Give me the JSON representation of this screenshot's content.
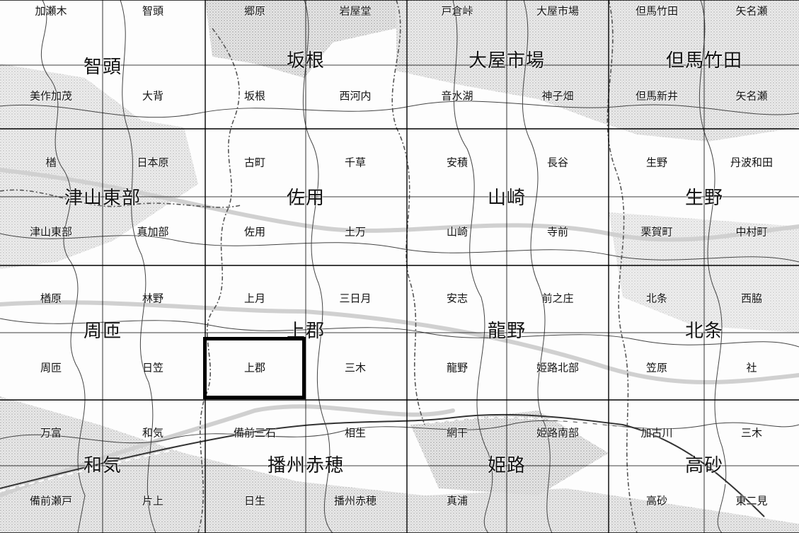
{
  "map": {
    "selected_sheet": "上郡",
    "colors": {
      "grid": "#000000",
      "boundary": "#555555",
      "terrain_shade": "#c9c9c9",
      "river": "#d8d8d8",
      "selection_border": "#000000"
    },
    "sheets": [
      [
        "加瀬木",
        "智頭",
        "郷原",
        "岩屋堂",
        "戸倉峠",
        "大屋市場",
        "但馬竹田",
        "矢名瀬"
      ],
      [
        "美作加茂",
        "大背",
        "坂根",
        "西河内",
        "音水湖",
        "神子畑",
        "但馬新井",
        "矢名瀬"
      ],
      [
        "楢",
        "日本原",
        "古町",
        "千草",
        "安積",
        "長谷",
        "生野",
        "丹波和田"
      ],
      [
        "津山東部",
        "真加部",
        "佐用",
        "土万",
        "山崎",
        "寺前",
        "栗賀町",
        "中村町"
      ],
      [
        "楢原",
        "林野",
        "上月",
        "三日月",
        "安志",
        "前之庄",
        "北条",
        "西脇"
      ],
      [
        "周匝",
        "日笠",
        "上郡",
        "三木",
        "龍野",
        "姫路北部",
        "笠原",
        "社"
      ],
      [
        "万富",
        "和気",
        "備前三石",
        "相生",
        "網干",
        "姫路南部",
        "加古川",
        "三木"
      ],
      [
        "備前瀬戸",
        "片上",
        "日生",
        "播州赤穂",
        "真浦",
        "",
        "高砂",
        "東二見"
      ]
    ],
    "regions": [
      "智頭",
      "坂根",
      "大屋市場",
      "但馬竹田",
      "津山東部",
      "佐用",
      "山崎",
      "生野",
      "周匝",
      "上郡",
      "龍野",
      "北条",
      "和気",
      "播州赤穂",
      "姫路",
      "高砂"
    ]
  }
}
